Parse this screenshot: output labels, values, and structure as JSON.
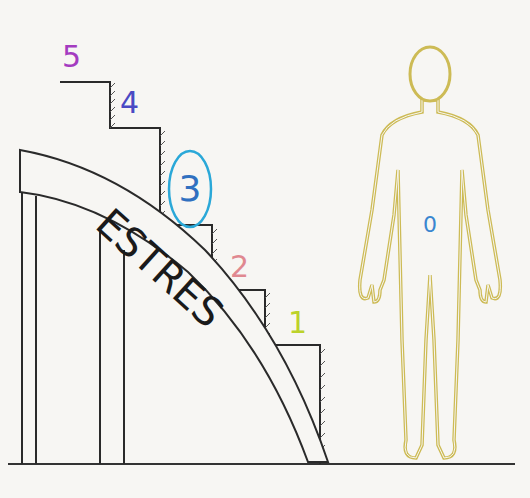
{
  "diagram": {
    "nodes": [
      {
        "text": [
          "3"
        ]
      },
      {
        "text": [
          "ESTRES"
        ]
      },
      {
        "text": [
          "0"
        ]
      }
    ],
    "labels": [
      "5",
      "4",
      "2",
      "1"
    ]
  }
}
